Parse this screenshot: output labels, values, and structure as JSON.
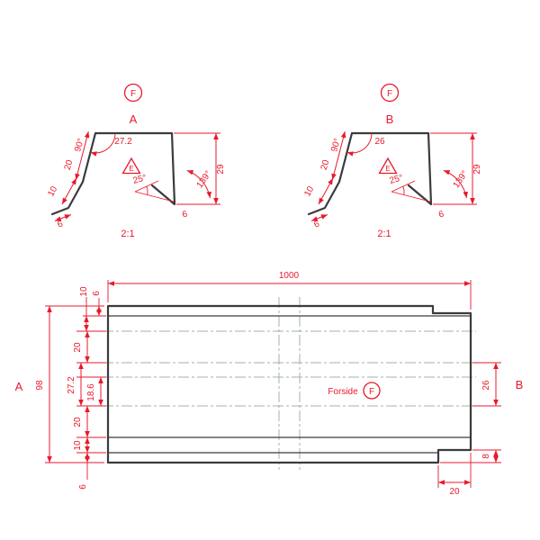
{
  "colors": {
    "dimension_red": "#e8192c",
    "outline_dark": "#3b3b3d",
    "centerline_green": "#a3b3a3",
    "background": "#ffffff"
  },
  "profile_a": {
    "label": "A",
    "datum_badge": "F",
    "edge_symbol": "E",
    "scale": "2:1",
    "dims": {
      "top_width": "27.2",
      "top_angle": "90°",
      "leg_upper": "20",
      "leg_lower": "10",
      "foot": "6",
      "height": "29",
      "hem_bend_angle": "139°",
      "hem_open_angle": "25°",
      "hem_length": "6"
    }
  },
  "profile_b": {
    "label": "B",
    "datum_badge": "F",
    "edge_symbol": "E",
    "scale": "2:1",
    "dims": {
      "top_width": "26",
      "top_angle": "90°",
      "leg_upper": "20",
      "leg_lower": "10",
      "foot": "6",
      "height": "29",
      "hem_bend_angle": "139°",
      "hem_open_angle": "25°",
      "hem_length": "6"
    }
  },
  "plan": {
    "label_left": "A",
    "label_right": "B",
    "front_text": "Forside",
    "datum_badge": "F",
    "dims": {
      "overall_length": "1000",
      "overall_height": "98",
      "top_strip": "6",
      "second_strip": "10",
      "upper_20": "20",
      "mid_272": "27.2",
      "mid_186": "18.6",
      "lower_20": "20",
      "lower_10": "10",
      "bottom_strip": "6",
      "right_face": "26",
      "notch_height": "8",
      "notch_width": "20"
    }
  }
}
